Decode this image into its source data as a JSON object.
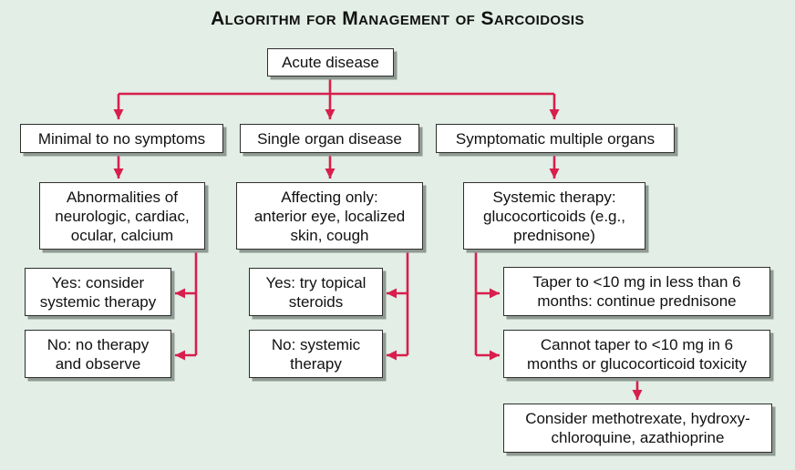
{
  "title": "Algorithm for Management of Sarcoidosis",
  "nodes": {
    "acute": "Acute disease",
    "minimal": "Minimal to no symptoms",
    "single": "Single organ disease",
    "symptomatic": "Symptomatic multiple organs",
    "abnormalities": "Abnormalities of\nneurologic, cardiac,\nocular, calcium",
    "affecting": "Affecting only:\nanterior eye, localized\nskin, cough",
    "systemic": "Systemic therapy:\nglucocorticoids (e.g.,\nprednisone)",
    "yes_left": "Yes: consider\nsystemic therapy",
    "no_left": "No: no therapy\nand observe",
    "yes_mid": "Yes: try topical\nsteroids",
    "no_mid": "No: systemic\ntherapy",
    "taper": "Taper to <10 mg in less than 6\nmonths: continue prednisone",
    "cannot_taper": "Cannot taper to <10 mg in 6\nmonths or glucocorticoid toxicity",
    "consider": "Consider methotrexate, hydroxy-\nchloroquine, azathioprine"
  },
  "colors": {
    "background": "#e2eee6",
    "arrow": "#d81e4c",
    "box_border": "#2e2e2e",
    "box_fill": "#ffffff",
    "shadow": "#8f9a93",
    "text": "#111111"
  }
}
